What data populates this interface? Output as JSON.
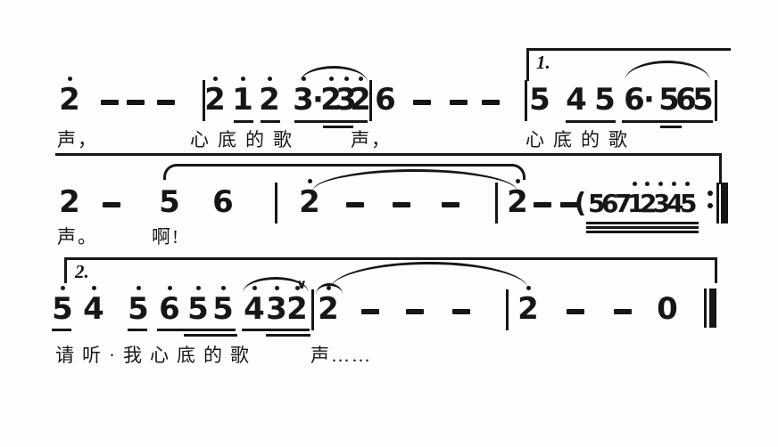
{
  "document_type": "numbered-notation (jianpu) sheet music fragment",
  "symbols": {
    "volta1": "1.",
    "volta2": "2.",
    "breath": "∨",
    "repeat_end": ":‖",
    "final_bar": "‖"
  },
  "lines": [
    {
      "notation": "2̇ - - - | 2̇ 1̇ 2̇ 3̇·2̇3̇2̇ | 6 - - - |[1. 5 4 5 6·5 6 5 |",
      "notes": [
        "2",
        "-",
        "-",
        "-",
        "2",
        "1",
        "2",
        "3",
        "·",
        "2",
        "3",
        "2",
        "6",
        "-",
        "-",
        "-",
        "5",
        "4",
        "5",
        "6",
        "·",
        "5",
        "6",
        "5"
      ],
      "lyrics": [
        "声，",
        "心底的歌",
        "声，",
        "心底的歌"
      ]
    },
    {
      "notation": "2 - 5 6 | 2̇ - - - | 2̇ - - (5 6 7 1̇2̇3̇4̇5̇ :‖",
      "notes": [
        "2",
        "-",
        "5",
        "6",
        "2",
        "-",
        "-",
        "-",
        "2",
        "-",
        "-",
        "(",
        "5",
        "6",
        "7",
        "1",
        "2",
        "3",
        "4",
        "5"
      ],
      "lyrics": [
        "声。",
        "啊!"
      ]
    },
    {
      "notation": "[2. 5̇ 4̇ 5̇ 6̇5̇5̇ 4̇3̇2̇ ∨| 2̇ - - - | 2̇ - - 0 ‖",
      "notes": [
        "5",
        "4",
        "5",
        "6",
        "5",
        "5",
        "4",
        "3",
        "2",
        "2",
        "-",
        "-",
        "-",
        "2",
        "-",
        "-",
        "0"
      ],
      "lyrics": [
        "请听·我心底的歌",
        "声……"
      ]
    }
  ]
}
